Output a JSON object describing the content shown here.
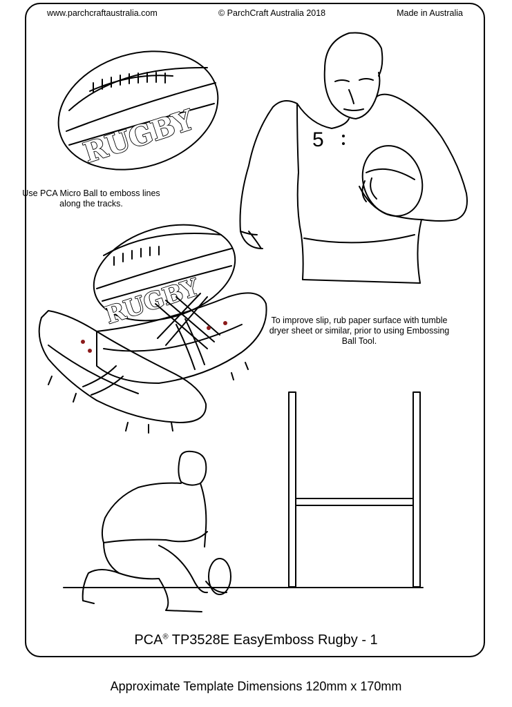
{
  "header": {
    "website": "www.parchcraftaustralia.com",
    "copyright": "© ParchCraft Australia 2018",
    "origin": "Made in Australia"
  },
  "notes": {
    "micro_ball": "Use PCA Micro Ball to emboss lines along the tracks.",
    "slip": "To improve slip, rub paper surface with tumble dryer sheet or similar, prior to using Embossing Ball Tool."
  },
  "artwork": {
    "ball_word": "RUGBY",
    "jersey_number": "5"
  },
  "product": {
    "brand": "PCA",
    "registered_mark": "®",
    "code_and_name": "TP3528E EasyEmboss Rugby - 1"
  },
  "dimensions_text": "Approximate Template Dimensions  120mm x 170mm"
}
